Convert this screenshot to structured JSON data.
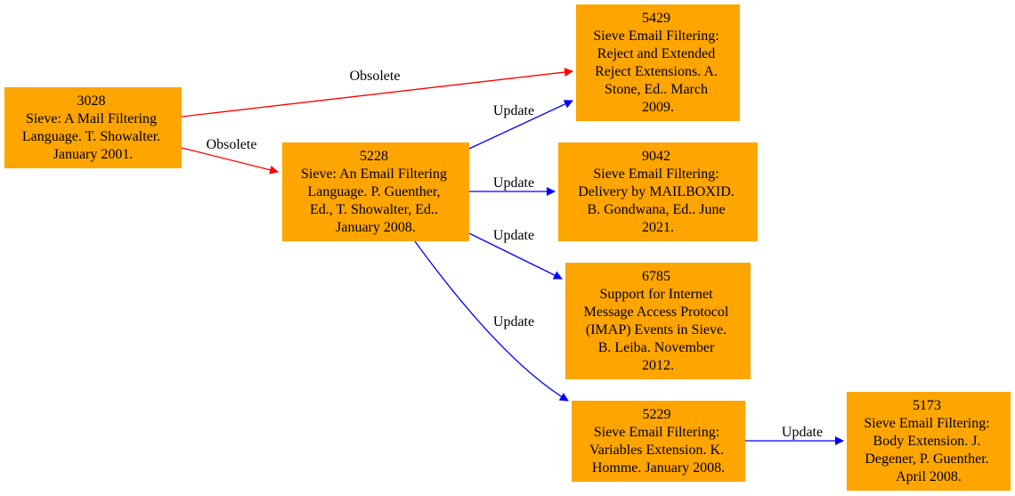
{
  "colors": {
    "node_fill": "#ffa500",
    "obsolete_edge": "#ff0000",
    "update_edge": "#0000ff",
    "text": "#000000"
  },
  "nodes": [
    {
      "id": "n3028",
      "lines": [
        "3028",
        "Sieve: A Mail Filtering",
        "Language. T. Showalter.",
        "January 2001."
      ]
    },
    {
      "id": "n5228",
      "lines": [
        "5228",
        "Sieve: An Email Filtering",
        "Language. P. Guenther,",
        "Ed., T. Showalter, Ed..",
        "January 2008."
      ]
    },
    {
      "id": "n5429",
      "lines": [
        "5429",
        "Sieve Email Filtering:",
        "Reject and Extended",
        "Reject Extensions. A.",
        "Stone, Ed.. March",
        "2009."
      ]
    },
    {
      "id": "n9042",
      "lines": [
        "9042",
        "Sieve Email Filtering:",
        "Delivery by MAILBOXID.",
        "B. Gondwana, Ed.. June",
        "2021."
      ]
    },
    {
      "id": "n6785",
      "lines": [
        "6785",
        "Support for Internet",
        "Message Access Protocol",
        "(IMAP) Events in Sieve.",
        "B. Leiba. November",
        "2012."
      ]
    },
    {
      "id": "n5229",
      "lines": [
        "5229",
        "Sieve Email Filtering:",
        "Variables Extension. K.",
        "Homme. January 2008."
      ]
    },
    {
      "id": "n5173",
      "lines": [
        "5173",
        "Sieve Email Filtering:",
        "Body Extension. J.",
        "Degener, P. Guenther.",
        "April 2008."
      ]
    }
  ],
  "edges": [
    {
      "id": "e3028-5429",
      "from": "3028",
      "to": "5429",
      "type": "obsolete",
      "label": "Obsolete"
    },
    {
      "id": "e3028-5228",
      "from": "3028",
      "to": "5228",
      "type": "obsolete",
      "label": "Obsolete"
    },
    {
      "id": "e5228-5429",
      "from": "5228",
      "to": "5429",
      "type": "update",
      "label": "Update"
    },
    {
      "id": "e5228-9042",
      "from": "5228",
      "to": "9042",
      "type": "update",
      "label": "Update"
    },
    {
      "id": "e5228-6785",
      "from": "5228",
      "to": "6785",
      "type": "update",
      "label": "Update"
    },
    {
      "id": "e5228-5229",
      "from": "5228",
      "to": "5229",
      "type": "update",
      "label": "Update"
    },
    {
      "id": "e5229-5173",
      "from": "5229",
      "to": "5173",
      "type": "update",
      "label": "Update"
    }
  ]
}
